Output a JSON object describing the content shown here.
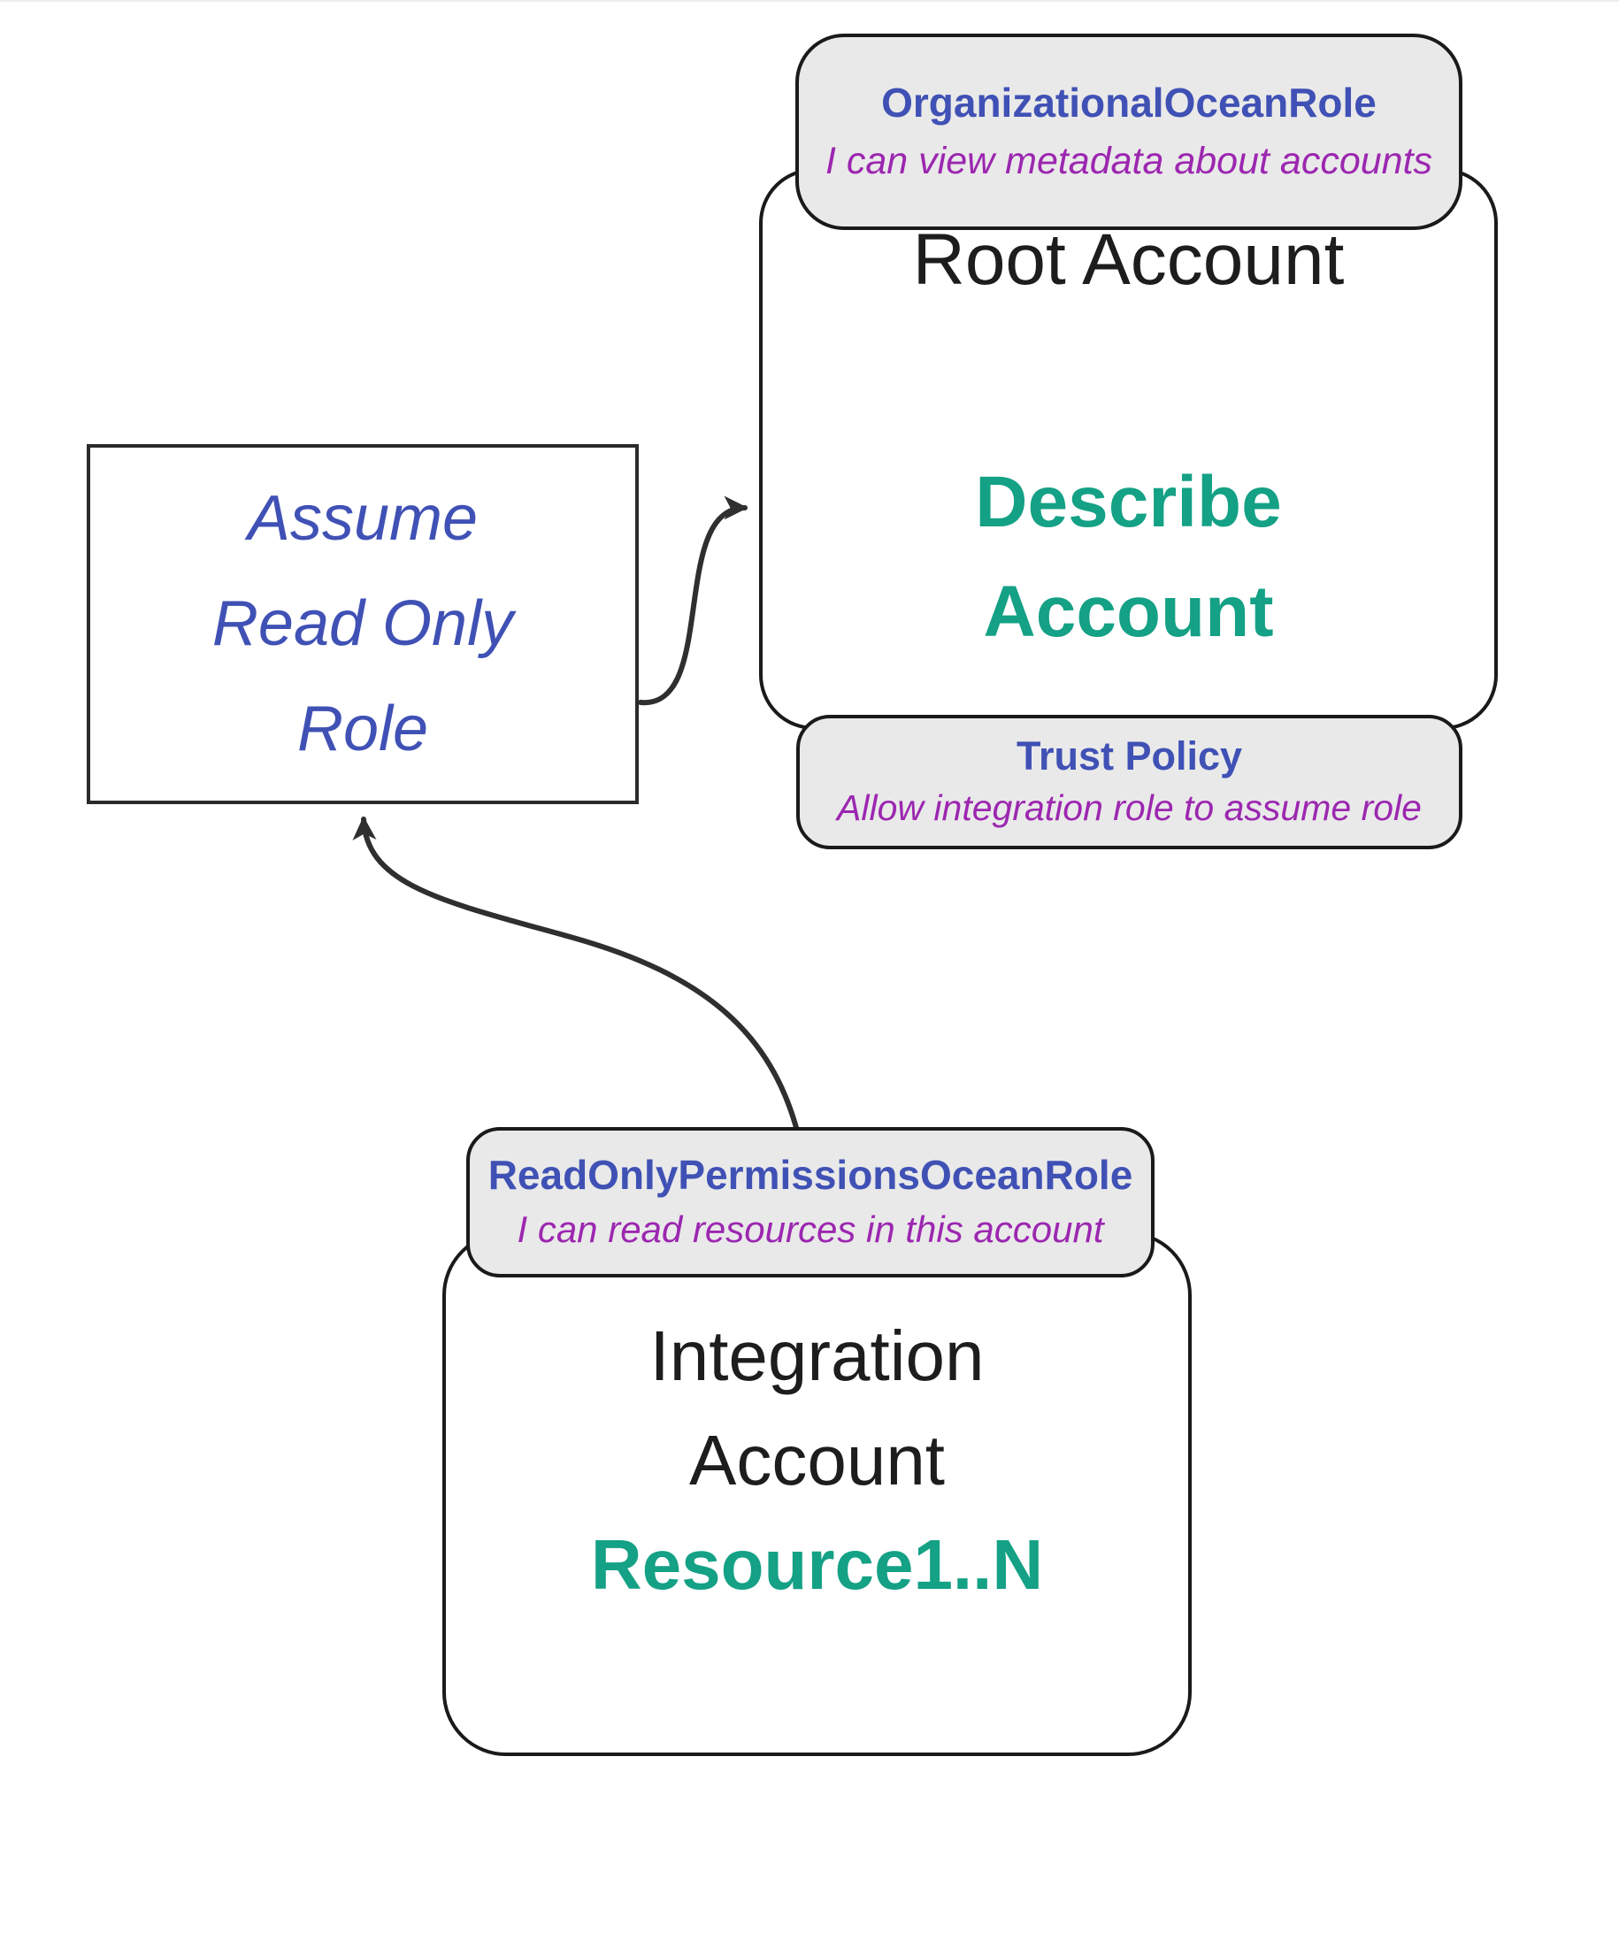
{
  "colors": {
    "blue": "#4051b5",
    "purple": "#9c27b0",
    "teal": "#14a185",
    "ink": "#1d1d1d",
    "badgebg": "#e9e9e9",
    "border": "#1a1a1a",
    "arrow": "#2f2f2f",
    "hairline": "#ededed"
  },
  "root_account": {
    "badge": {
      "title": "OrganizationalOceanRole",
      "subtitle": "I can view metadata about accounts"
    },
    "title": "Root Account",
    "action": {
      "line1": "Describe",
      "line2": "Account"
    },
    "trust_badge": {
      "title": "Trust Policy",
      "subtitle": "Allow integration role to assume role"
    }
  },
  "assume_role_box": {
    "line1": "Assume",
    "line2": "Read Only",
    "line3": "Role"
  },
  "integration_account": {
    "badge": {
      "title": "ReadOnlyPermissionsOceanRole",
      "subtitle": "I can read resources in this account"
    },
    "title_line1": "Integration",
    "title_line2": "Account",
    "resources": "Resource1..N"
  }
}
